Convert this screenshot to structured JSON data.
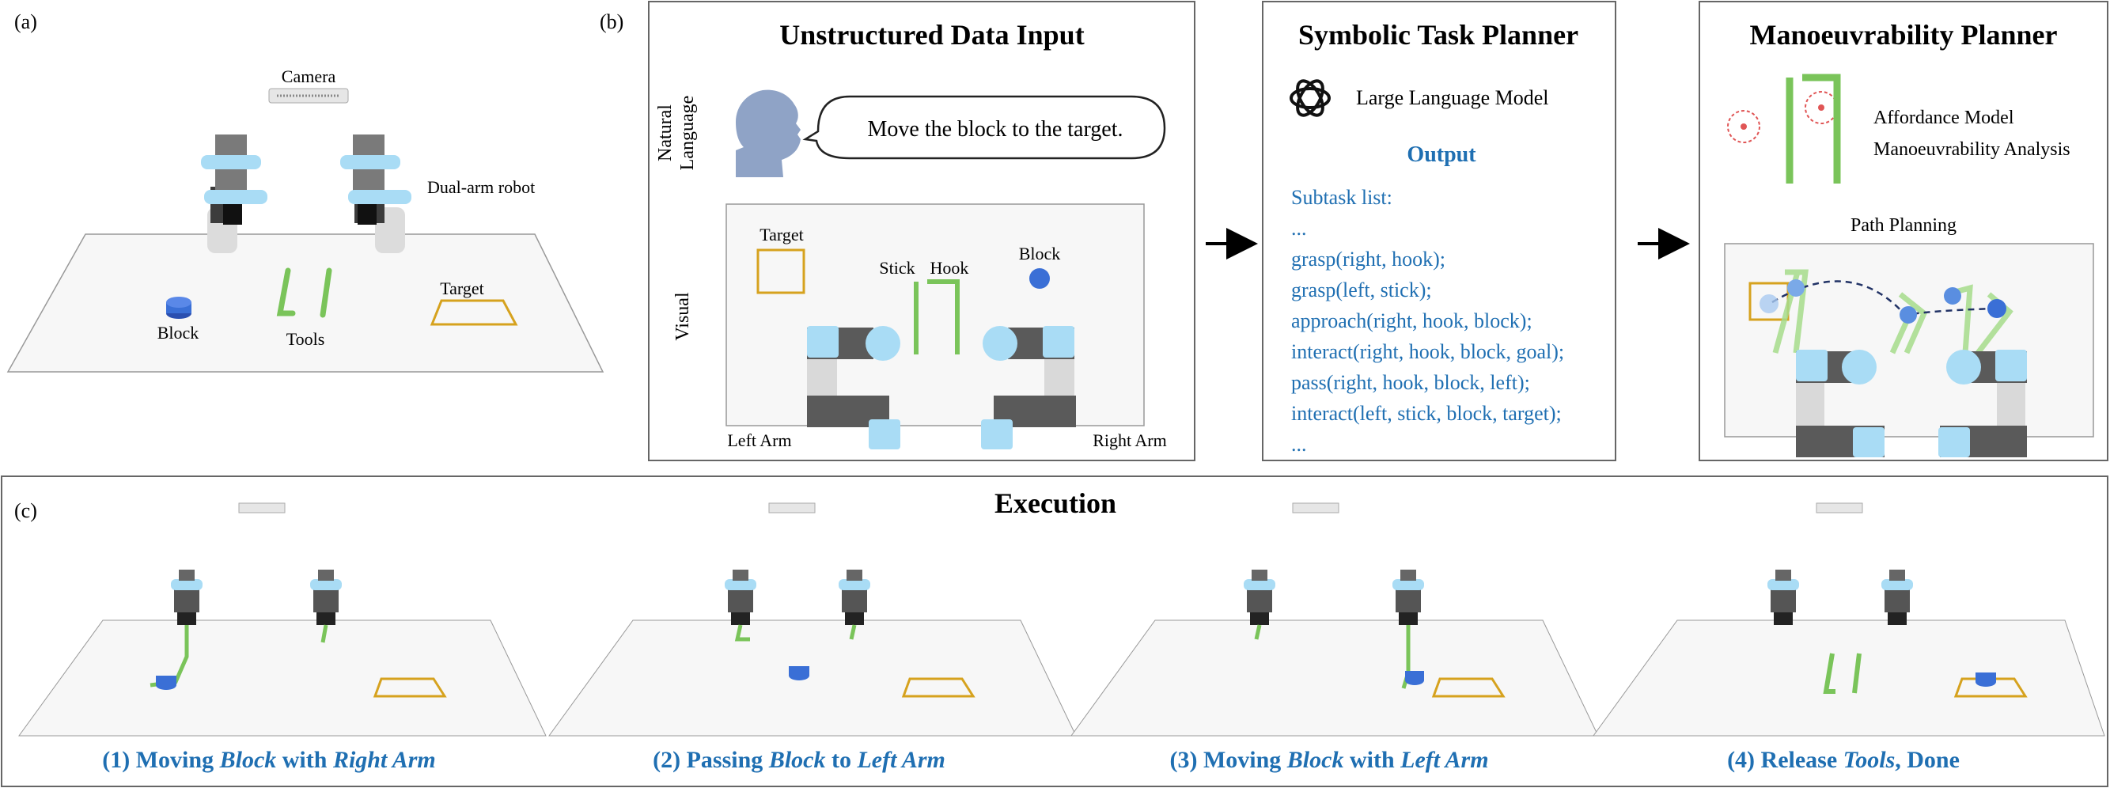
{
  "panels": {
    "a": {
      "label": "(a)",
      "camera": "Camera",
      "robot": "Dual-arm robot",
      "block": "Block",
      "tools": "Tools",
      "target": "Target"
    },
    "b": {
      "label": "(b)",
      "input": {
        "title": "Unstructured Data Input",
        "natural_language_line1": "Natural",
        "natural_language_line2": "Language",
        "speech": "Move the block to the target.",
        "visual": "Visual",
        "target": "Target",
        "stick": "Stick",
        "hook": "Hook",
        "block": "Block",
        "left_arm": "Left Arm",
        "right_arm": "Right Arm"
      },
      "task_planner": {
        "title": "Symbolic Task Planner",
        "model": "Large Language Model",
        "output_heading": "Output",
        "subtask_lines": [
          "Subtask list:",
          "...",
          "grasp(right, hook);",
          "grasp(left, stick);",
          "approach(right, hook, block);",
          "interact(right, hook, block, goal);",
          "pass(right, hook, block, left);",
          "interact(left, stick, block, target);",
          "..."
        ]
      },
      "manoeuvrability": {
        "title": "Manoeuvrability Planner",
        "affordance": "Affordance Model",
        "analysis": "Manoeuvrability Analysis",
        "path": "Path Planning"
      }
    },
    "c": {
      "label": "(c)",
      "title": "Execution",
      "steps": [
        {
          "num": "(1) Moving ",
          "obj": "Block",
          "mid": " with ",
          "arm": "Right Arm"
        },
        {
          "num": "(2) Passing ",
          "obj": "Block",
          "mid": " to ",
          "arm": "Left Arm"
        },
        {
          "num": "(3) Moving ",
          "obj": "Block",
          "mid": " with ",
          "arm": "Left Arm"
        },
        {
          "num": "(4) Release ",
          "obj": "Tools",
          "mid": ", Done",
          "arm": ""
        }
      ]
    }
  },
  "colors": {
    "accent_blue": "#1f6fb2",
    "tool_green": "#7ac45a",
    "target_yellow": "#d6a21e",
    "block_blue": "#3a6fd6",
    "joint_light_blue": "#a9dcf5",
    "arm_dark": "#5a5a5a"
  },
  "icons": [
    "openai-logo-icon",
    "human-head-icon",
    "camera-icon",
    "arrow-right-icon"
  ]
}
